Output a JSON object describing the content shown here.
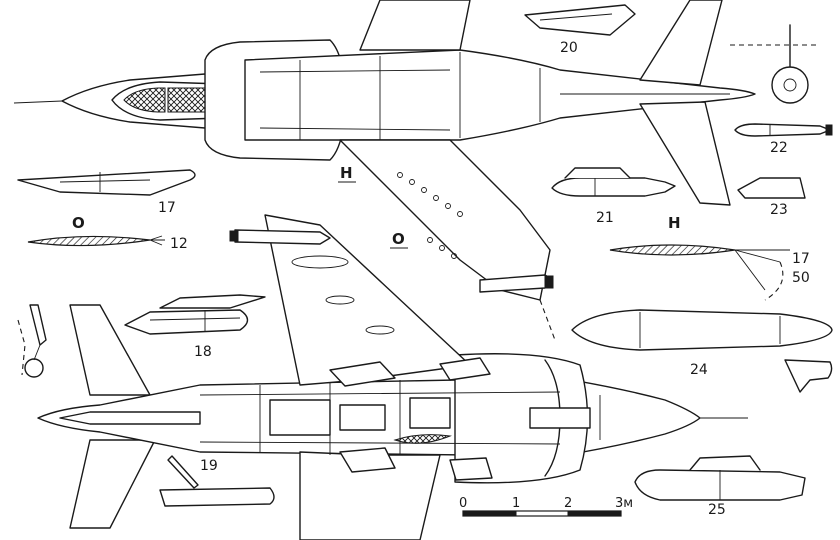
{
  "labels": {
    "n12": "12",
    "n17a": "17",
    "n17b": "17",
    "n18": "18",
    "n19": "19",
    "n20": "20",
    "n21": "21",
    "n22": "22",
    "n23": "23",
    "n24": "24",
    "n25": "25",
    "n50": "50",
    "sectionO_left": "O",
    "sectionO_center": "O",
    "sectionH_center": "H",
    "sectionH_right": "H"
  },
  "scale_bar": {
    "tick0": "0",
    "tick1": "1",
    "tick2": "2",
    "tick3": "3м"
  }
}
